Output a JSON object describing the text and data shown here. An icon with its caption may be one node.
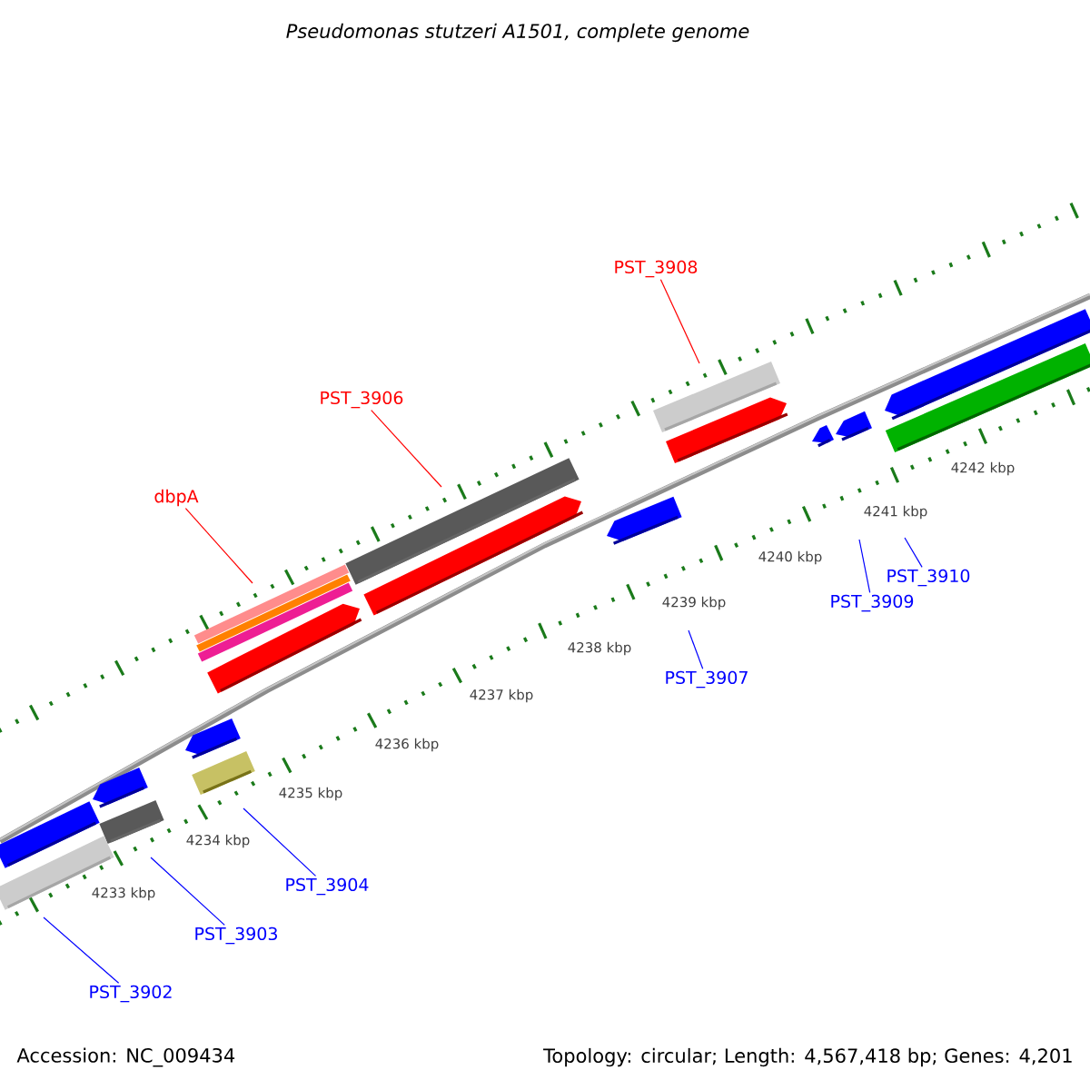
{
  "diagram": {
    "title": "Pseudomonas stutzeri A1501, complete genome",
    "nodes": [
      {
        "text": [
          "PST_3908"
        ]
      },
      {
        "text": [
          "PST_3906"
        ]
      },
      {
        "text": [
          "dbpA"
        ]
      },
      {
        "text": [
          "PST_3910"
        ]
      },
      {
        "text": [
          "PST_3909"
        ]
      },
      {
        "text": [
          "PST_3907"
        ]
      },
      {
        "text": [
          "PST_3904"
        ]
      },
      {
        "text": [
          "PST_3903"
        ]
      },
      {
        "text": [
          "PST_3902"
        ]
      }
    ],
    "edges": [
      {
        "from": 0,
        "to": null,
        "arrow": "none",
        "color": "#ff0000"
      },
      {
        "from": 1,
        "to": null,
        "arrow": "none",
        "color": "#ff0000"
      },
      {
        "from": 2,
        "to": null,
        "arrow": "none",
        "color": "#ff0000"
      },
      {
        "from": 3,
        "to": null,
        "arrow": "none"
      },
      {
        "from": 4,
        "to": null,
        "arrow": "none"
      },
      {
        "from": 5,
        "to": null,
        "arrow": "none"
      },
      {
        "from": 6,
        "to": null,
        "arrow": "none"
      },
      {
        "from": 7,
        "to": null,
        "arrow": "none"
      },
      {
        "from": 8,
        "to": null,
        "arrow": "none"
      }
    ],
    "labels": [
      "4242 kbp",
      "4241 kbp",
      "4240 kbp",
      "4239 kbp",
      "4238 kbp",
      "4237 kbp",
      "4236 kbp",
      "4235 kbp",
      "4234 kbp",
      "4233 kbp",
      "Accession: NC_009434",
      "Topology: circular; Length: 4,567,418 bp; Genes: 4,201"
    ]
  }
}
